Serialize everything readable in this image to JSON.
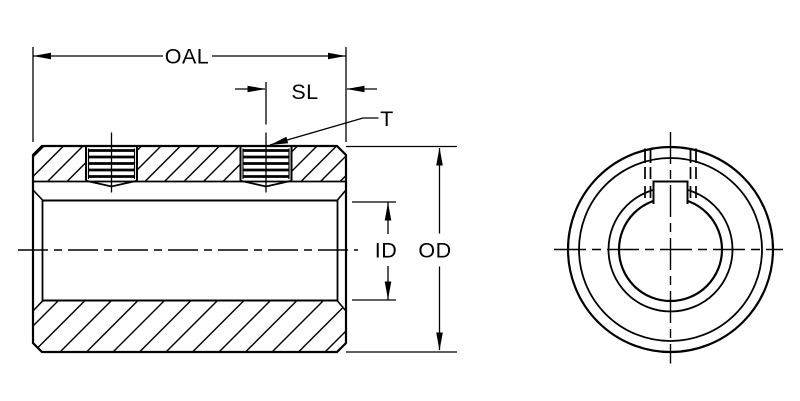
{
  "drawing": {
    "labels": {
      "oal": "OAL",
      "sl": "SL",
      "t": "T",
      "id": "ID",
      "od": "OD"
    },
    "colors": {
      "line": "#000000",
      "background": "#ffffff"
    }
  }
}
